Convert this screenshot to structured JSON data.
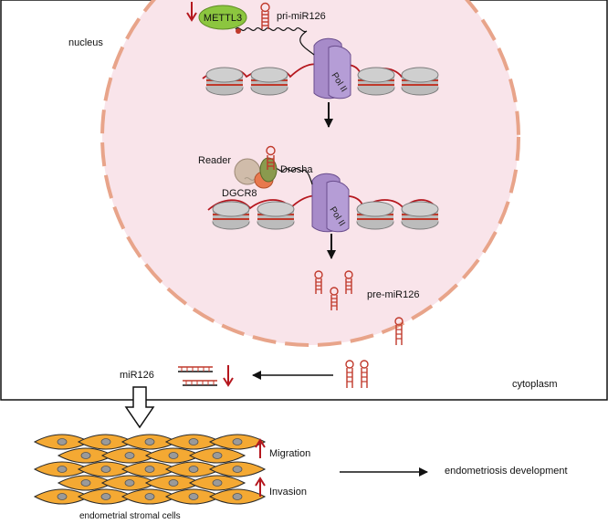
{
  "labels": {
    "nucleus": "nucleus",
    "cytoplasm": "cytoplasm",
    "mettl3": "METTL3",
    "pri_mir": "pri-miR126",
    "pol": "Pol II",
    "reader": "Reader",
    "drosha": "Drosha",
    "dgcr8": "DGCR8",
    "pre_mir": "pre-miR126",
    "mir": "miR126",
    "migration": "Migration",
    "invasion": "Invasion",
    "outcome": "endometriosis development",
    "cells": "endometrial stromal cells"
  },
  "colors": {
    "nucleus_fill": "#f9e4ea",
    "nucleus_border": "#e8a48a",
    "arrow_red": "#b5171e",
    "rna_red": "#c0392b",
    "polymerase": "#a78bc9",
    "mettl3": "#8cc63f",
    "cell": "#f4a933",
    "nucleosome": "#bcbcbc"
  }
}
